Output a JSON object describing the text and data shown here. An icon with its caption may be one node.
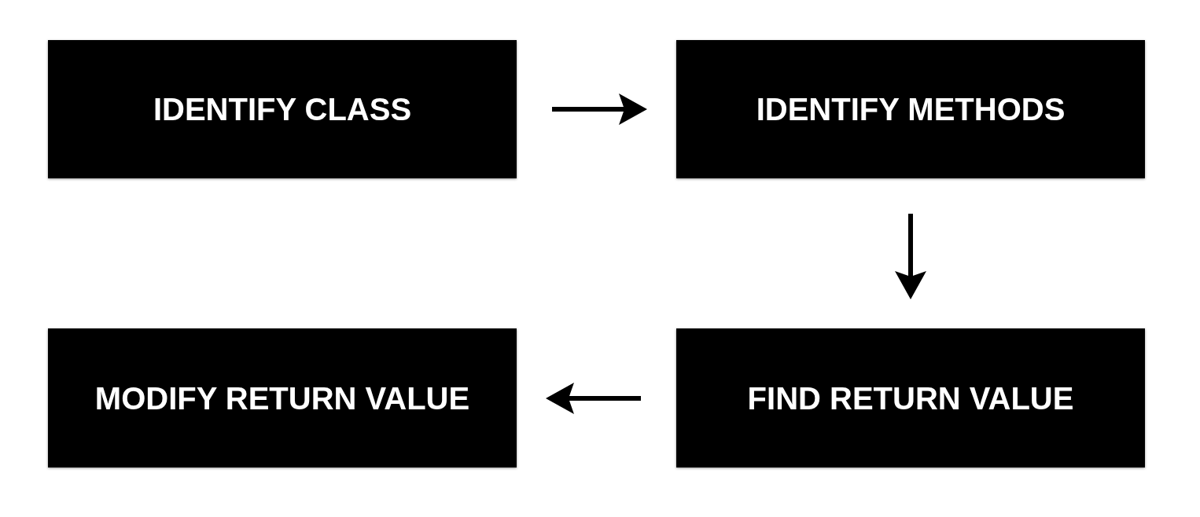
{
  "diagram": {
    "nodes": [
      {
        "text": [
          "IDENTIFY CLASS"
        ]
      },
      {
        "text": [
          "IDENTIFY METHODS"
        ]
      },
      {
        "text": [
          "FIND RETURN VALUE"
        ]
      },
      {
        "text": [
          "MODIFY RETURN VALUE"
        ]
      }
    ],
    "edges": [
      {
        "from": 0,
        "to": 1,
        "arrow": "to"
      },
      {
        "from": 1,
        "to": 2,
        "arrow": "to"
      },
      {
        "from": 2,
        "to": 3,
        "arrow": "to"
      }
    ]
  }
}
